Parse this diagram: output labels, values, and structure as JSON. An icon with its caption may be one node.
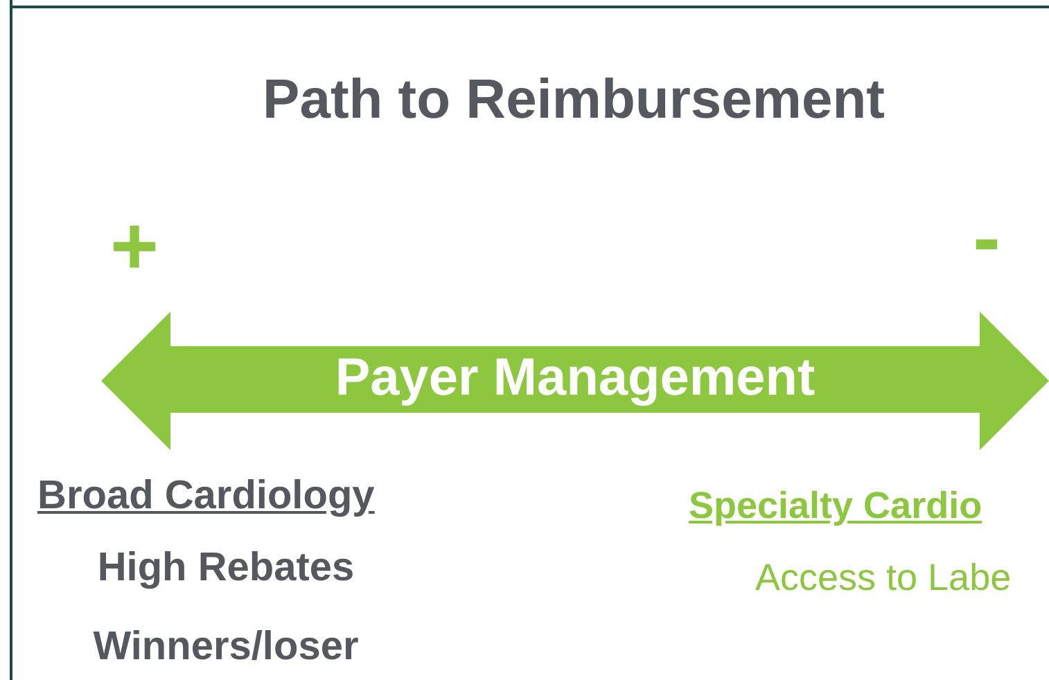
{
  "diagram": {
    "title": "Path to Reimbursement",
    "nodes": [
      {
        "text": [
          "Payer Management"
        ]
      }
    ],
    "edges": [],
    "labels": [
      "+",
      "-",
      "Broad Cardiology",
      "High Rebates",
      "Winners/loser",
      "Specialty Cardio",
      "Access to Labe"
    ]
  }
}
